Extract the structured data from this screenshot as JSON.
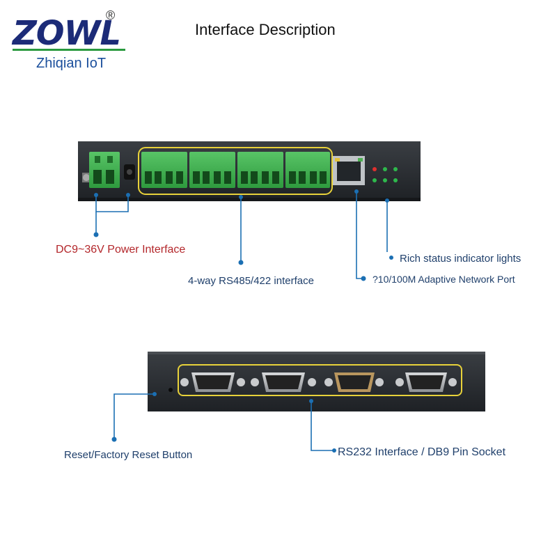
{
  "header": {
    "logo_text": "ZOWL",
    "logo_registered": "®",
    "logo_subtitle": "Zhiqian IoT",
    "title": "Interface Description"
  },
  "callouts": {
    "power": "DC9~36V Power Interface",
    "rs485": "4-way RS485/422 interface",
    "status_lights": "Rich status indicator lights",
    "network_port": "?10/100M Adaptive Network Port",
    "reset": "Reset/Factory Reset Button",
    "rs232": "RS232 Interface / DB9 Pin Socket"
  },
  "colors": {
    "device_body": "#262a2e",
    "terminal_green": "#3fb24f",
    "highlight_yellow": "#e8d23a",
    "callout_line": "#1b6fb3",
    "power_label": "#b3262a",
    "label_text": "#1f3f6b",
    "logo_blue": "#1c2b78",
    "logo_green": "#2a9a3f"
  }
}
